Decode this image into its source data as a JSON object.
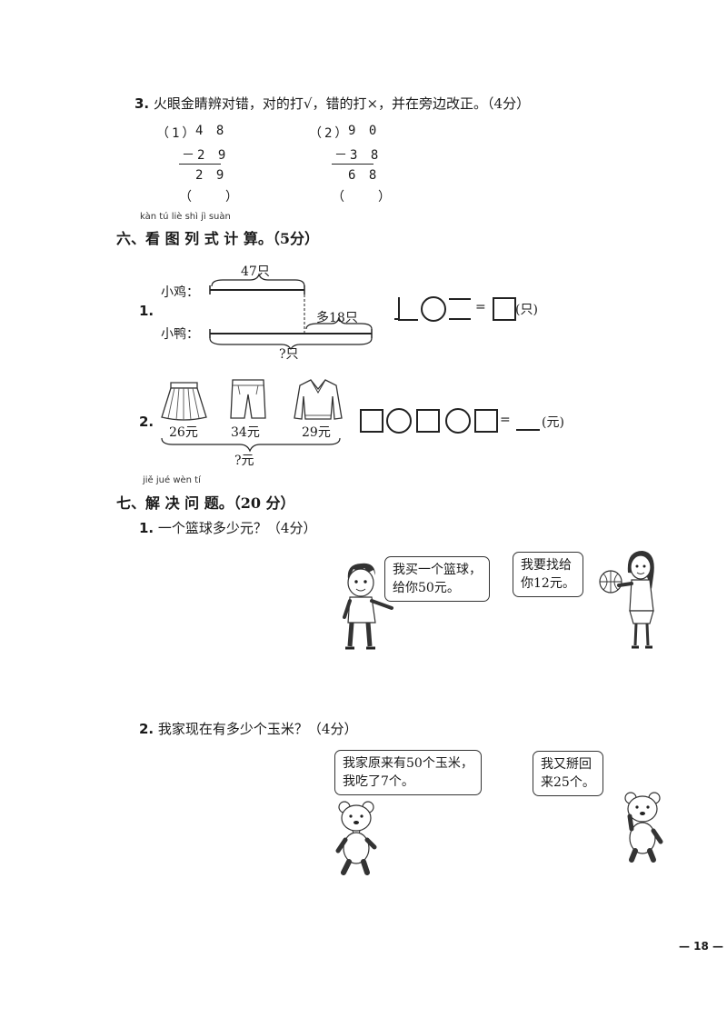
{
  "q3": {
    "num": "3.",
    "text": "火眼金睛辨对错，对的打√，错的打×，并在旁边改正。（4分）",
    "p1": {
      "label": "（1）",
      "top": "4 8",
      "mid": "－2 9",
      "res": "2 9",
      "paren": "（　　）"
    },
    "p2": {
      "label": "（2）",
      "top": "9 0",
      "mid": "－3 8",
      "res": "6 8",
      "paren": "（　　）"
    }
  },
  "sec6": {
    "pinyin": "kàn  tú  liè  shì  jì  suàn",
    "title": "六、看 图 列 式 计 算。（5分）",
    "p1": {
      "num": "1.",
      "top_label": "47只",
      "chick": "小鸡：",
      "diff_label": "多18只",
      "duck": "小鸭：",
      "bottom_label": "?只",
      "unit": "(只)"
    },
    "p2": {
      "num": "2.",
      "price1": "26元",
      "price2": "34元",
      "price3": "29元",
      "total": "?元",
      "unit": "(元)"
    }
  },
  "sec7": {
    "pinyin": "jiě  jué  wèn  tí",
    "title": "七、解 决 问 题。（20 分）",
    "p1": {
      "num": "1.",
      "text": "一个篮球多少元？（4分）",
      "boy_line1": "我买一个篮球，",
      "boy_line2": "给你50元。",
      "girl_line1": "我要找给",
      "girl_line2": "你12元。"
    },
    "p2": {
      "num": "2.",
      "text": "我家现在有多少个玉米？（4分）",
      "bear1_line1": "我家原来有50个玉米，",
      "bear1_line2": "我吃了7个。",
      "bear2_line1": "我又掰回",
      "bear2_line2": "来25个。"
    }
  },
  "page_number": "— 18 —"
}
